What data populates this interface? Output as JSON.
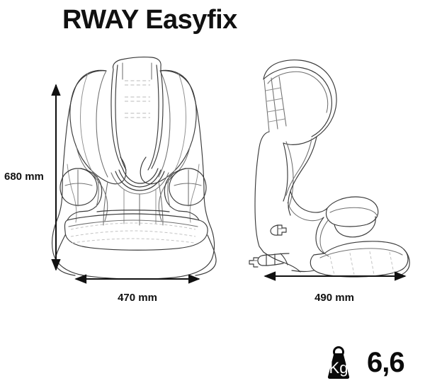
{
  "product": {
    "title": "RWAY Easyfix"
  },
  "dimensions": {
    "height": "680 mm",
    "width_front": "470 mm",
    "depth_side": "490 mm"
  },
  "weight": {
    "unit_label": "Kg",
    "value": "6,6",
    "icon": "weight-kg-icon"
  },
  "views": {
    "front": "front-view-car-seat",
    "side": "side-view-car-seat"
  },
  "colors": {
    "line": "#3a3a3a",
    "line_light": "#8d8d8d",
    "stitch": "#b9b9b9",
    "arrow": "#111111",
    "text": "#111111",
    "background": "#ffffff"
  }
}
